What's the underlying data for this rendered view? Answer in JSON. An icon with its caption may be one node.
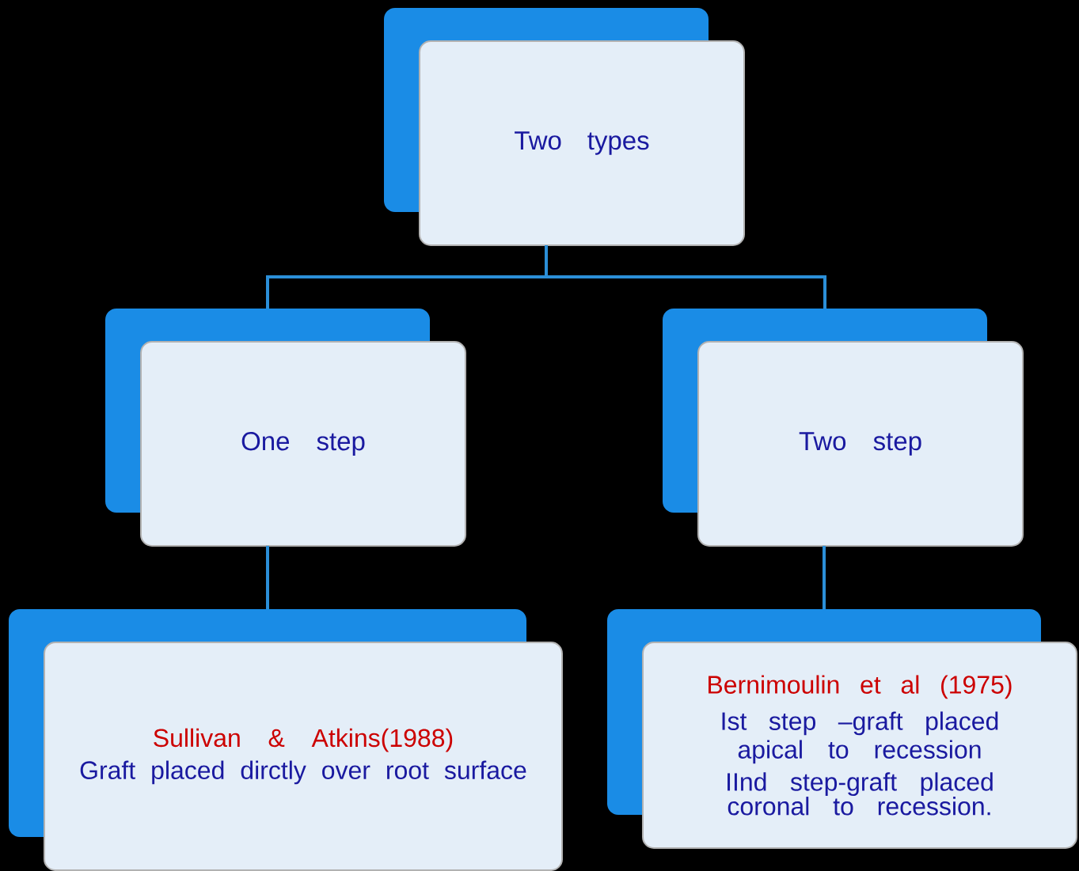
{
  "diagram": {
    "nodes": [
      {
        "text": [
          "Two types"
        ]
      },
      {
        "text": [
          "One step"
        ]
      },
      {
        "text": [
          "Two step"
        ]
      },
      {
        "text": [
          "Sullivan & Atkins(1988)",
          "Graft placed dirctly over root surface"
        ]
      },
      {
        "text": [
          "Bernimoulin et al (1975)",
          "Ist step –graft placed apical to recession",
          "IInd step-graft placed coronal to recession."
        ]
      }
    ],
    "edges": [
      {
        "from": 0,
        "to": 1,
        "arrow": "none"
      },
      {
        "from": 0,
        "to": 2,
        "arrow": "none"
      },
      {
        "from": 1,
        "to": 3,
        "arrow": "none"
      },
      {
        "from": 2,
        "to": 4,
        "arrow": "none"
      }
    ]
  }
}
